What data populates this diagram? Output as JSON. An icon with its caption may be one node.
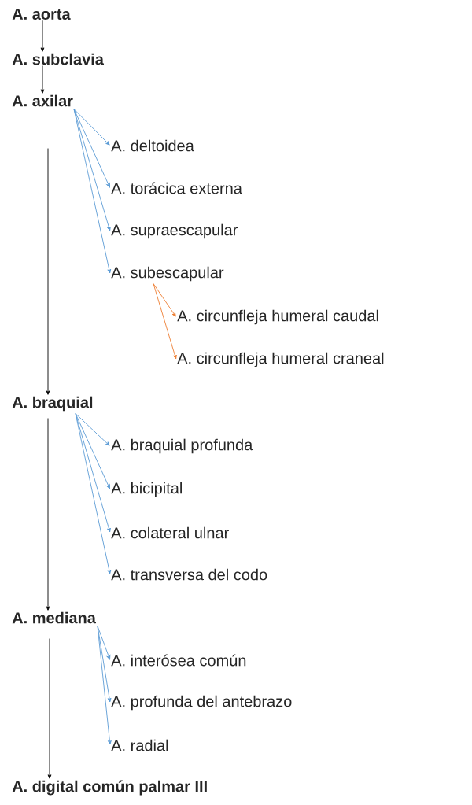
{
  "diagram": {
    "nodes": [
      {
        "text": [
          "A. aorta"
        ]
      },
      {
        "text": [
          "A. subclavia"
        ]
      },
      {
        "text": [
          "A. axilar"
        ]
      },
      {
        "text": [
          "A. deltoidea"
        ]
      },
      {
        "text": [
          "A. torácica externa"
        ]
      },
      {
        "text": [
          "A. supraescapular"
        ]
      },
      {
        "text": [
          "A. subescapular"
        ]
      },
      {
        "text": [
          "A. circunfleja humeral caudal"
        ]
      },
      {
        "text": [
          "A. circunfleja humeral craneal"
        ]
      },
      {
        "text": [
          "A. braquial"
        ]
      },
      {
        "text": [
          "A. braquial profunda"
        ]
      },
      {
        "text": [
          "A. bicipital"
        ]
      },
      {
        "text": [
          "A. colateral ulnar"
        ]
      },
      {
        "text": [
          "A. transversa del codo"
        ]
      },
      {
        "text": [
          "A. mediana"
        ]
      },
      {
        "text": [
          "A. interósea común"
        ]
      },
      {
        "text": [
          "A. profunda del antebrazo"
        ]
      },
      {
        "text": [
          "A. radial"
        ]
      },
      {
        "text": [
          "A. digital común palmar III"
        ]
      }
    ],
    "edges": [
      {
        "from": 0,
        "to": 1,
        "arrow": "to",
        "color": "#000000"
      },
      {
        "from": 1,
        "to": 2,
        "arrow": "to",
        "color": "#000000"
      },
      {
        "from": 2,
        "to": 3,
        "arrow": "to"
      },
      {
        "from": 2,
        "to": 4,
        "arrow": "to"
      },
      {
        "from": 2,
        "to": 5,
        "arrow": "to"
      },
      {
        "from": 2,
        "to": 6,
        "arrow": "to"
      },
      {
        "from": 6,
        "to": 7,
        "arrow": "to",
        "color": "#ed7d31"
      },
      {
        "from": 6,
        "to": 8,
        "arrow": "to",
        "color": "#ed7d31"
      },
      {
        "from": 2,
        "to": 9,
        "arrow": "to",
        "color": "#000000"
      },
      {
        "from": 9,
        "to": 10,
        "arrow": "to"
      },
      {
        "from": 9,
        "to": 11,
        "arrow": "to"
      },
      {
        "from": 9,
        "to": 12,
        "arrow": "to"
      },
      {
        "from": 9,
        "to": 13,
        "arrow": "to"
      },
      {
        "from": 9,
        "to": 14,
        "arrow": "to",
        "color": "#000000"
      },
      {
        "from": 14,
        "to": 15,
        "arrow": "to"
      },
      {
        "from": 14,
        "to": 16,
        "arrow": "to"
      },
      {
        "from": 14,
        "to": 17,
        "arrow": "to"
      },
      {
        "from": 14,
        "to": 18,
        "arrow": "to",
        "color": "#000000"
      }
    ]
  }
}
